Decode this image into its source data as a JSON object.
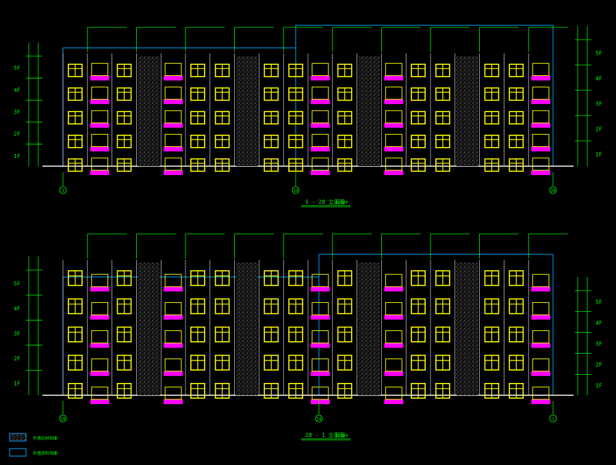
{
  "colors": {
    "background": "#000000",
    "wall_outline": "#ffffff",
    "window": "#ffff00",
    "balcony": "#ff00ff",
    "dimension": "#00ff00",
    "roof": "#00aaff",
    "stone_panel": "#9a9a9a",
    "text": "#00ff00"
  },
  "elevation_top": {
    "floors": [
      "5F",
      "4F",
      "3F",
      "2F",
      "1F"
    ],
    "axis_labels": [
      "1",
      "14",
      "28"
    ],
    "title": "1 - 28 立面图",
    "scale": "1:100"
  },
  "elevation_bottom": {
    "floors": [
      "5F",
      "4F",
      "3F",
      "2F",
      "1F"
    ],
    "axis_labels": [
      "28",
      "14",
      "1"
    ],
    "title": "28 - 1 立面图",
    "scale": "1:100"
  },
  "legend": {
    "items": [
      {
        "label": "外墙石材饰面",
        "swatch": "stone"
      },
      {
        "label": "外墙涂料饰面",
        "swatch": "paint"
      }
    ]
  }
}
